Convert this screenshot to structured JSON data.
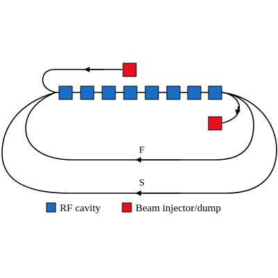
{
  "colors": {
    "rf_cavity": "#1a6ec6",
    "injector": "#e8101c",
    "outline": "#000000",
    "track": "#000000"
  },
  "diagram": {
    "rf_cavity_count": 8,
    "injector_count": 2,
    "tracks": {
      "inner_label": "F",
      "outer_label": "S"
    }
  },
  "legend": {
    "items": [
      {
        "icon": "rf-cavity-square",
        "label": "RF cavity"
      },
      {
        "icon": "beam-injector-square",
        "label": "Beam injector/dump"
      }
    ]
  }
}
